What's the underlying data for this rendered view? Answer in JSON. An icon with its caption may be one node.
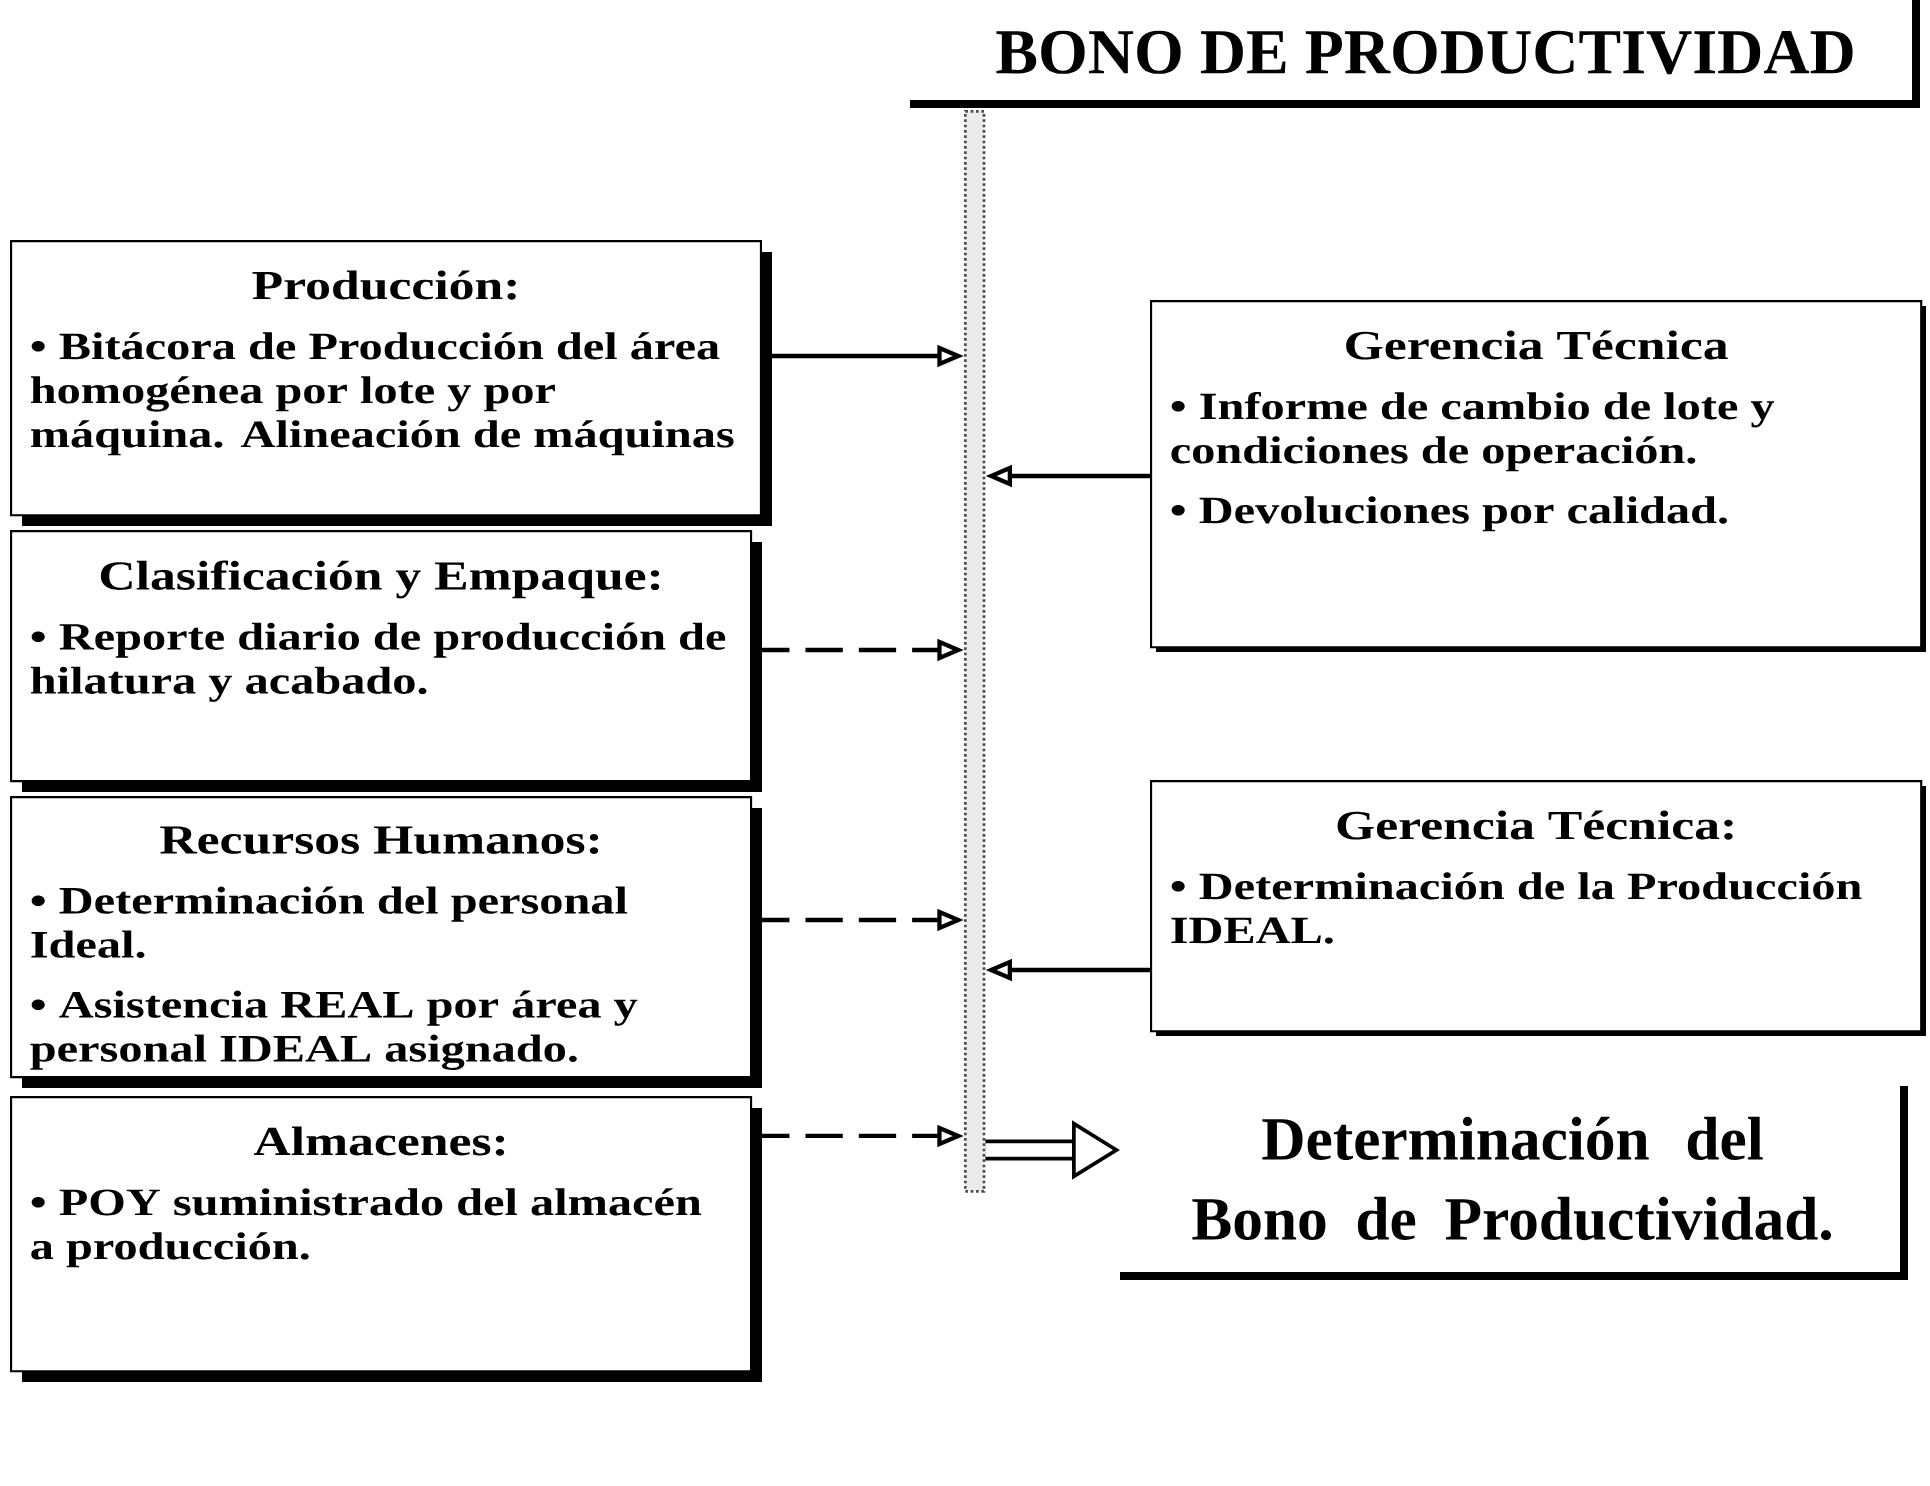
{
  "diagram": {
    "nodes": [
      {
        "text": [
          "BONO DE PRODUCTIVIDAD"
        ]
      },
      {
        "text": [],
        "shape": "bar"
      },
      {
        "text": [
          "Producción:",
          "• Bitácora de Producción del área homogénea por lote y por máquina. Alineación de máquinas"
        ]
      },
      {
        "text": [
          "Clasificación y Empaque:",
          "• Reporte diario de producción de hilatura y acabado."
        ]
      },
      {
        "text": [
          "Recursos Humanos:",
          "• Determinación del personal Ideal.",
          "• Asistencia REAL por área y personal IDEAL asignado."
        ]
      },
      {
        "text": [
          "Almacenes:",
          "• POY suministrado del almacén a producción."
        ]
      },
      {
        "text": [
          "Gerencia Técnica",
          "• Informe de cambio de lote y condiciones de operación.",
          "• Devoluciones por calidad."
        ]
      },
      {
        "text": [
          "Gerencia Técnica:",
          "• Determinación de la Producción IDEAL."
        ]
      },
      {
        "text": [
          "Determinación del Bono de Productividad."
        ]
      }
    ],
    "edges": [
      {
        "from": 2,
        "to": 1,
        "arrow": "to"
      },
      {
        "from": 6,
        "to": 1,
        "arrow": "to"
      },
      {
        "from": 3,
        "to": 1,
        "arrow": "to",
        "style": "dashed"
      },
      {
        "from": 4,
        "to": 1,
        "arrow": "to",
        "style": "dashed"
      },
      {
        "from": 7,
        "to": 1,
        "arrow": "to"
      },
      {
        "from": 5,
        "to": 1,
        "arrow": "to",
        "style": "dashed"
      },
      {
        "from": 1,
        "to": 8,
        "arrow": "to",
        "style": "thick"
      }
    ]
  }
}
